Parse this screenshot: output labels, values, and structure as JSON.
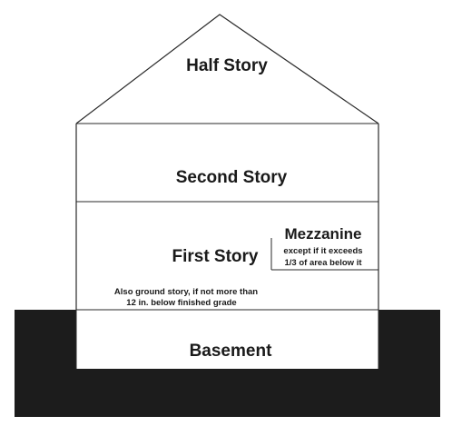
{
  "labels": {
    "half_story": "Half Story",
    "second_story": "Second Story",
    "first_story": "First Story",
    "mezzanine": "Mezzanine",
    "mezzanine_note_line1": "except if it exceeds",
    "mezzanine_note_line2": "1/3 of area below it",
    "ground_note_line1": "Also ground story, if not more than",
    "ground_note_line2": "12 in. below finished grade",
    "basement": "Basement"
  },
  "colors": {
    "ground": "#1c1c1c",
    "outline": "#2a2a2a",
    "fill": "#ffffff",
    "text": "#1a1a1a"
  }
}
